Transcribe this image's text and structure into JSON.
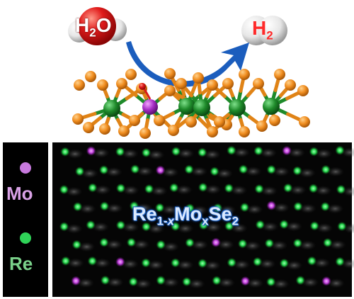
{
  "molecules": {
    "water": {
      "main": "H",
      "sub": "2",
      "tail": "O"
    },
    "hydrogen": {
      "main": "H",
      "sub": "2"
    }
  },
  "legend": {
    "mo_label": "Mo",
    "re_label": "Re"
  },
  "formula": {
    "re": "Re",
    "sub1": "1-",
    "sub_x": "x",
    "mo": "Mo",
    "sub2": "x",
    "se": "Se",
    "sub3": "2"
  },
  "colors": {
    "mo_atom": "#c13fdc",
    "re_atom": "#23d34a",
    "se_atom": "#f08d1f",
    "arrow": "#1b5dbd",
    "lattice_green": "#1e8a2a",
    "oxygen": "#e11b1b"
  }
}
